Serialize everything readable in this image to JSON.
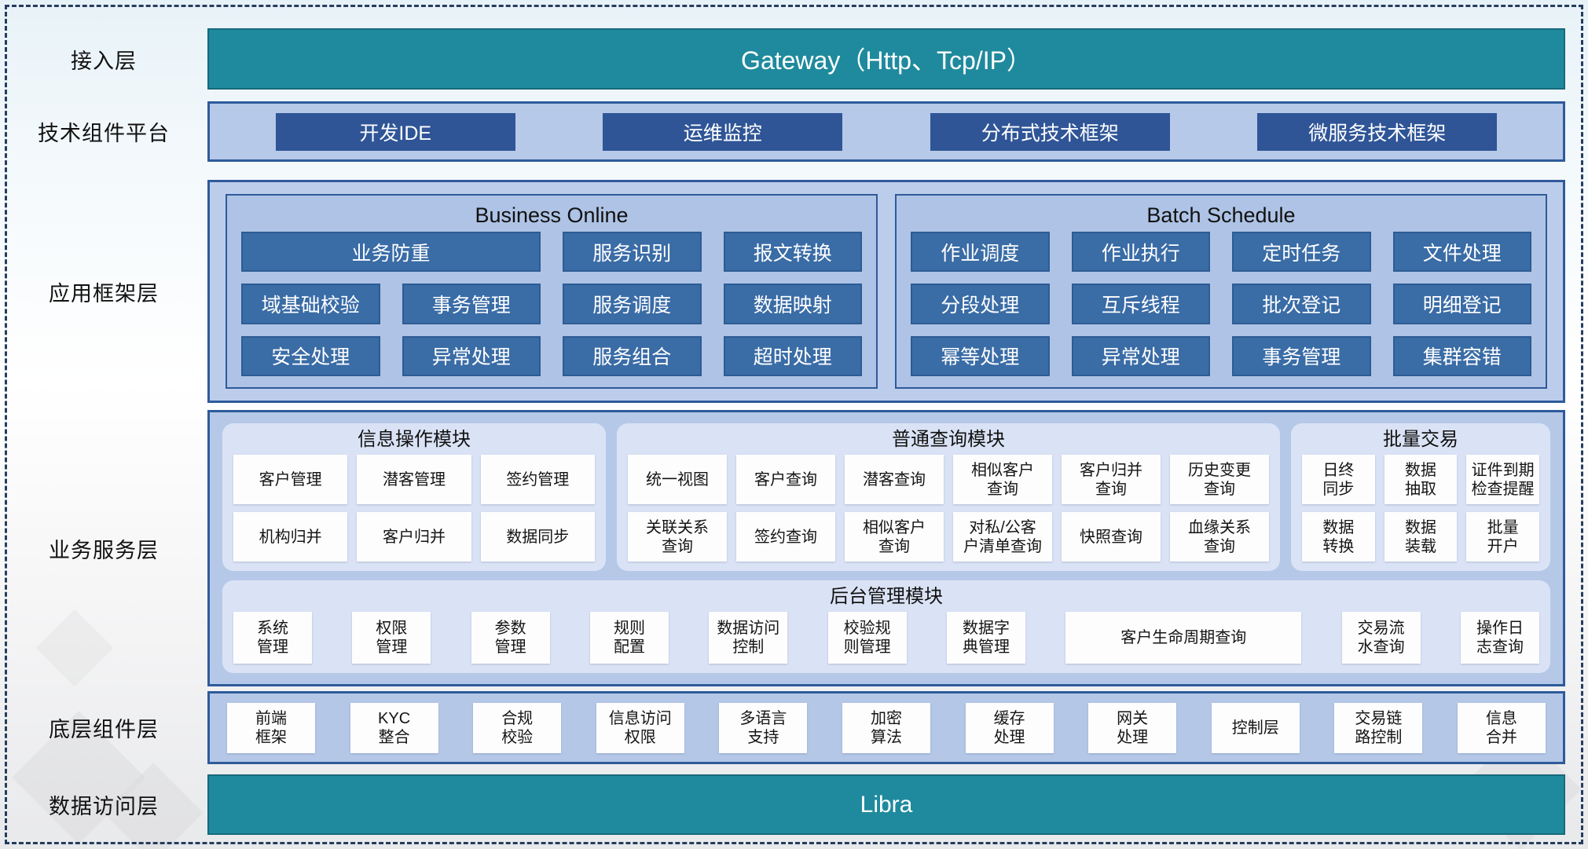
{
  "colors": {
    "teal_bar": "#1f8a9d",
    "navy_button": "#2f5597",
    "panel_blue_box": "#3a6ca6",
    "container_fill": "#b4c7e7",
    "container_border": "#2e5b9a",
    "module_fill": "#dae3f5",
    "item_fill": "#fdfdfe",
    "dashed_border": "#263c5e"
  },
  "layers": {
    "access": {
      "label": "接入层",
      "gateway": "Gateway（Http、Tcp/IP）"
    },
    "tech": {
      "label": "技术组件平台",
      "buttons": [
        "开发IDE",
        "运维监控",
        "分布式技术框架",
        "微服务技术框架"
      ]
    },
    "appframe": {
      "label": "应用框架层",
      "business_online": {
        "title": "Business Online",
        "items": [
          "业务防重",
          "服务识别",
          "报文转换",
          "域基础校验",
          "事务管理",
          "服务调度",
          "数据映射",
          "安全处理",
          "异常处理",
          "服务组合",
          "超时处理"
        ]
      },
      "batch_schedule": {
        "title": "Batch Schedule",
        "items": [
          "作业调度",
          "作业执行",
          "定时任务",
          "文件处理",
          "分段处理",
          "互斥线程",
          "批次登记",
          "明细登记",
          "幂等处理",
          "异常处理",
          "事务管理",
          "集群容错"
        ]
      }
    },
    "bizservice": {
      "label": "业务服务层",
      "info_ops": {
        "title": "信息操作模块",
        "items": [
          "客户管理",
          "潜客管理",
          "签约管理",
          "机构归并",
          "客户归并",
          "数据同步"
        ]
      },
      "query": {
        "title": "普通查询模块",
        "items": [
          "统一视图",
          "客户查询",
          "潜客查询",
          "相似客户\n查询",
          "客户归并\n查询",
          "历史变更\n查询",
          "关联关系\n查询",
          "签约查询",
          "相似客户\n查询",
          "对私/公客\n户清单查询",
          "快照查询",
          "血缘关系\n查询"
        ]
      },
      "batch_trade": {
        "title": "批量交易",
        "items": [
          "日终\n同步",
          "数据\n抽取",
          "证件到期\n检查提醒",
          "数据\n转换",
          "数据\n装载",
          "批量\n开户"
        ]
      },
      "admin": {
        "title": "后台管理模块",
        "items": [
          "系统\n管理",
          "权限\n管理",
          "参数\n管理",
          "规则\n配置",
          "数据访问\n控制",
          "校验规\n则管理",
          "数据字\n典管理",
          "客户生命周期查询",
          "交易流\n水查询",
          "操作日\n志查询"
        ]
      }
    },
    "component": {
      "label": "底层组件层",
      "items": [
        "前端\n框架",
        "KYC\n整合",
        "合规\n校验",
        "信息访问\n权限",
        "多语言\n支持",
        "加密\n算法",
        "缓存\n处理",
        "网关\n处理",
        "控制层",
        "交易链\n路控制",
        "信息\n合并"
      ]
    },
    "dataaccess": {
      "label": "数据访问层",
      "bar": "Libra"
    }
  }
}
